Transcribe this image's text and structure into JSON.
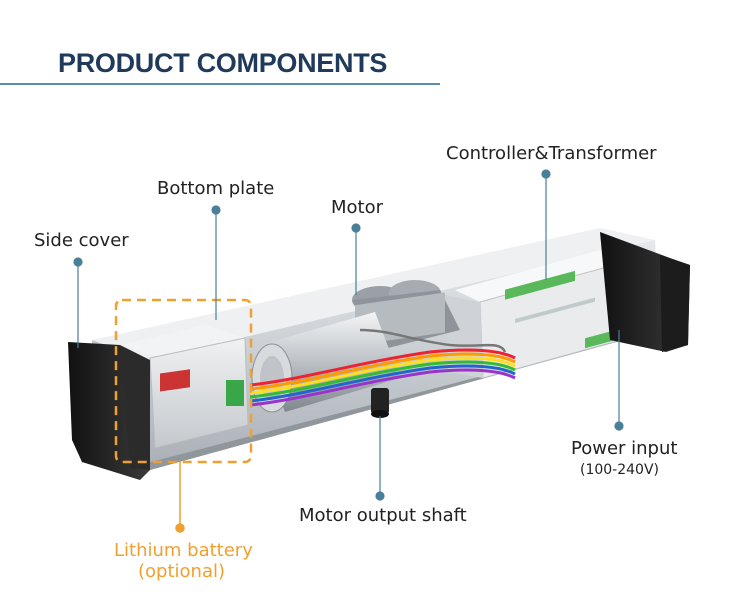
{
  "title": "PRODUCT COMPONENTS",
  "labels": {
    "side_cover": "Side cover",
    "bottom_plate": "Bottom plate",
    "motor": "Motor",
    "controller": "Controller&Transformer",
    "power_input": "Power input",
    "power_range": "(100-240V)",
    "motor_shaft": "Motor output shaft",
    "battery_line1": "Lithium battery",
    "battery_line2": "(optional)"
  },
  "colors": {
    "title": "#1f3a5a",
    "title_rule": "#5a8db0",
    "callout": "#4a7f99",
    "highlight": "#f0a030"
  }
}
